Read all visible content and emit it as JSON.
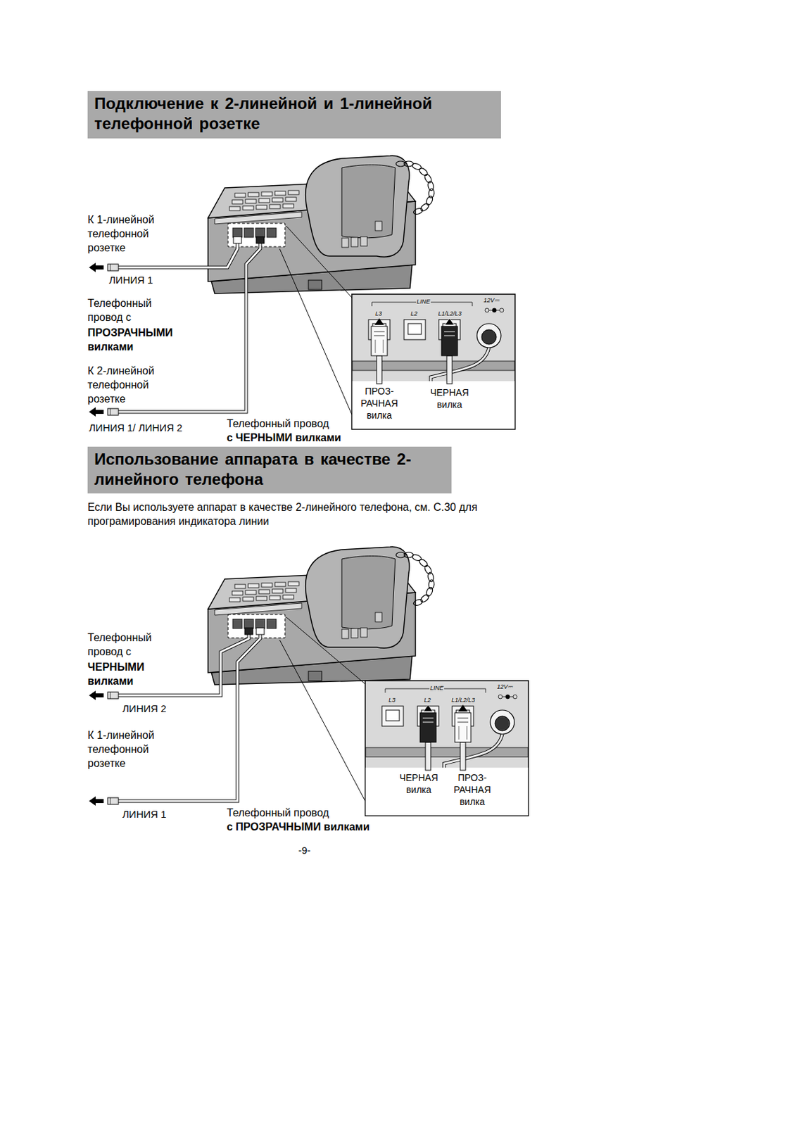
{
  "diagram": {
    "nodes": [
      {
        "text": [
          "Подключение к 2-линейной и 1-линейной телефонной розетке"
        ]
      },
      {
        "text": [
          "Использование аппарата в качестве 2-линейного телефона"
        ]
      }
    ],
    "labels": [
      "К 1-линейной телефонной розетке",
      "ЛИНИЯ 1",
      "Телефонный провод с",
      "ПРОЗРАЧНЫМИ вилками",
      "К 2-линейной телефонной розетке",
      "ЛИНИЯ 1/ ЛИНИЯ 2",
      "Телефонный провод",
      "с ЧЕРНЫМИ вилками",
      "LINE",
      "L3",
      "L2",
      "L1/L2/L3",
      "12V⎓",
      "ПРОЗ-РАЧНАЯ вилка",
      "ЧЕРНАЯ вилка",
      "Если Вы используете аппарат в качестве 2-линейного телефона, см. С.30 для програмирования индикатора линии",
      "Телефонный провод с",
      "ЧЕРНЫМИ вилками",
      "ЛИНИЯ 2",
      "К 1-линейной телефонной розетке",
      "ЛИНИЯ 1",
      "Телефонный провод",
      "с ПРОЗРАЧНЫМИ вилками",
      "LINE",
      "L3",
      "L2",
      "L1/L2/L3",
      "12V⎓",
      "ЧЕРНАЯ вилка",
      "ПРОЗ-РАЧНАЯ вилка",
      "-9-"
    ]
  }
}
